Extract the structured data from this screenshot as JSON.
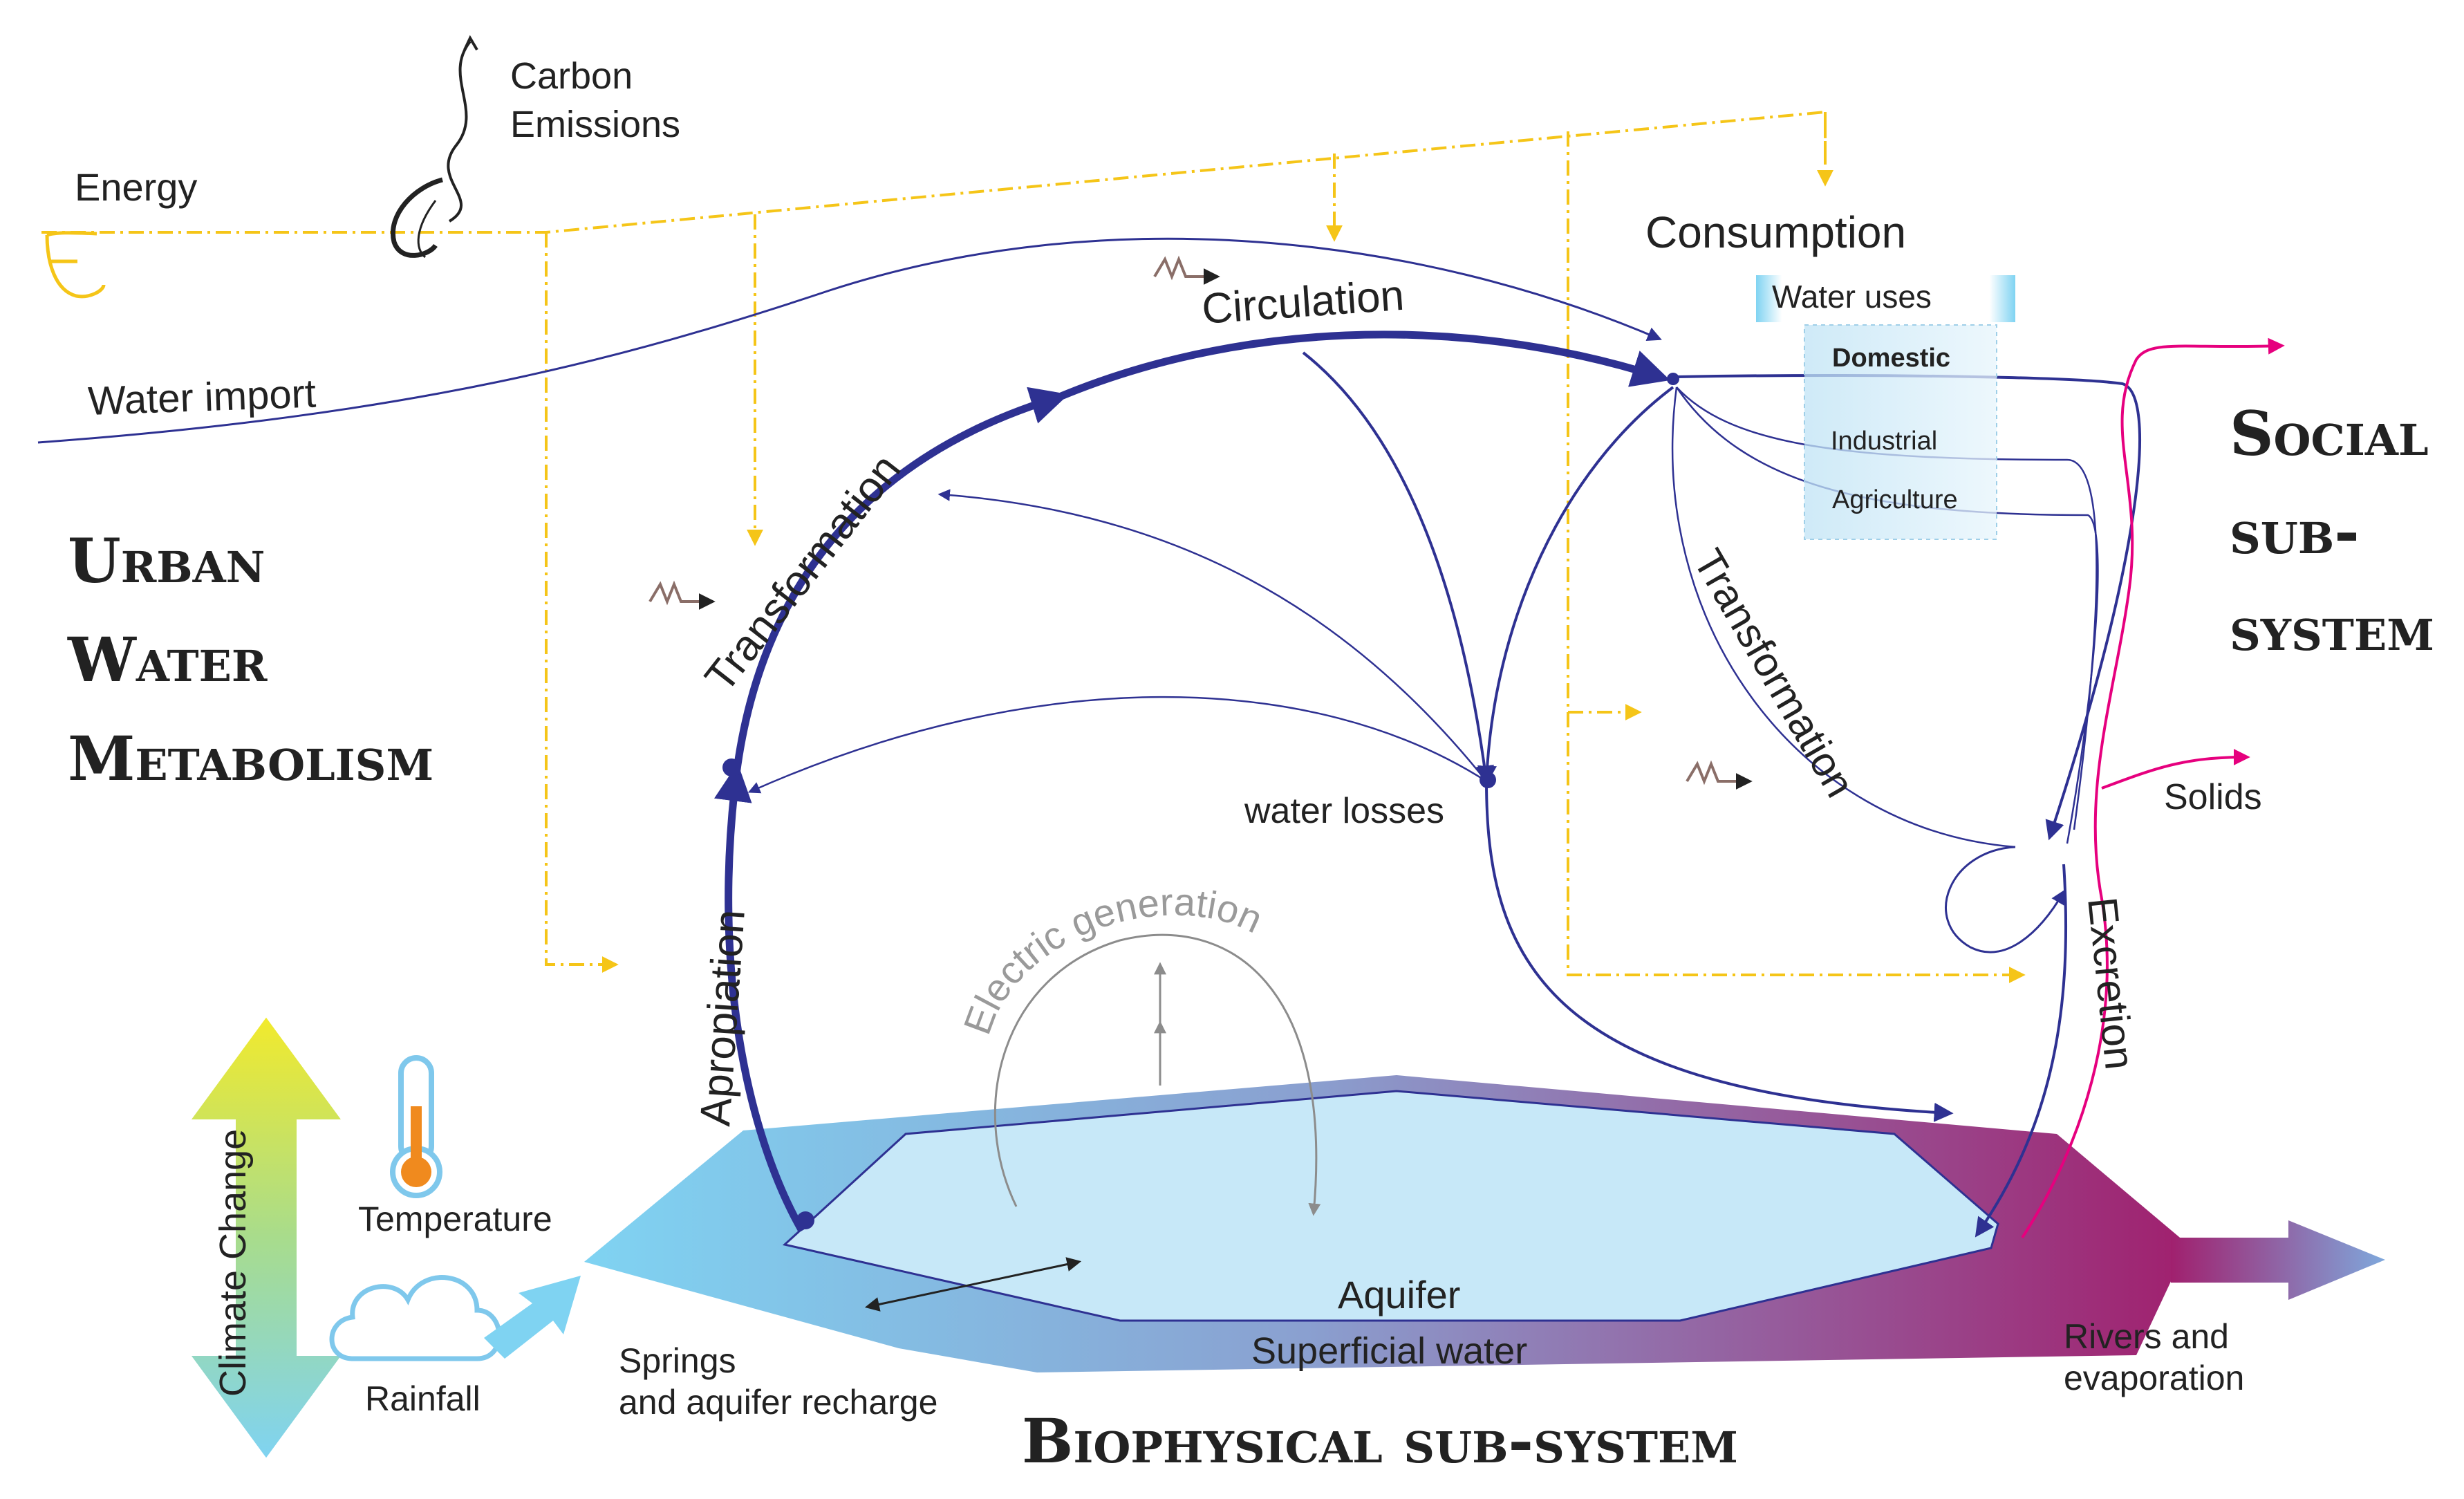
{
  "colors": {
    "energy": "#f5c518",
    "water_flow": "#2e3192",
    "solids": "#e6007e",
    "aquifer_fill": "#cfeaf7",
    "water_uses_bg": "#d8eef8",
    "climate_gradient_start": "#f2ea2c",
    "climate_gradient_end": "#7fd3f2",
    "biophysical_gradient_start": "#7fd3f2",
    "biophysical_gradient_end": "#a0206e",
    "arrow_grey": "#8c8c8c",
    "small_glyph": "#8a6e68"
  },
  "icons": {
    "energy": "energy-glyph-icon",
    "carbon": "carbon-glyph-icon",
    "thermometer": "thermometer-icon",
    "cloud": "cloud-icon",
    "small_m_arrow": "m-arrow-glyph-icon"
  },
  "labels": {
    "carbon_emissions_1": "Carbon",
    "carbon_emissions_2": "Emissions",
    "energy": "Energy",
    "water_import": "Water import",
    "consumption": "Consumption",
    "water_uses": "Water uses",
    "domestic": "Domestic",
    "industrial": "Industrial",
    "agriculture": "Agriculture",
    "circulation": "Circulation",
    "transformation_left": "Transformation",
    "transformation_right": "Transformation",
    "apropiation": "Apropiation",
    "water_losses": "water losses",
    "excretion": "Excretion",
    "solids": "Solids",
    "electric_generation": "Electric generation",
    "aquifer": "Aquifer",
    "superficial_water": "Superficial water",
    "springs_1": "Springs",
    "springs_2": "and aquifer recharge",
    "rivers_1": "Rivers and",
    "rivers_2": "evaporation",
    "temperature": "Temperature",
    "rainfall": "Rainfall",
    "climate_change": "Climate Change",
    "urban_1": "Urban",
    "urban_2": "Water",
    "urban_3": "Metabolism",
    "social_1": "Social",
    "social_2": "sub-",
    "social_3": "system",
    "biophysical": "Biophysical sub-system"
  }
}
